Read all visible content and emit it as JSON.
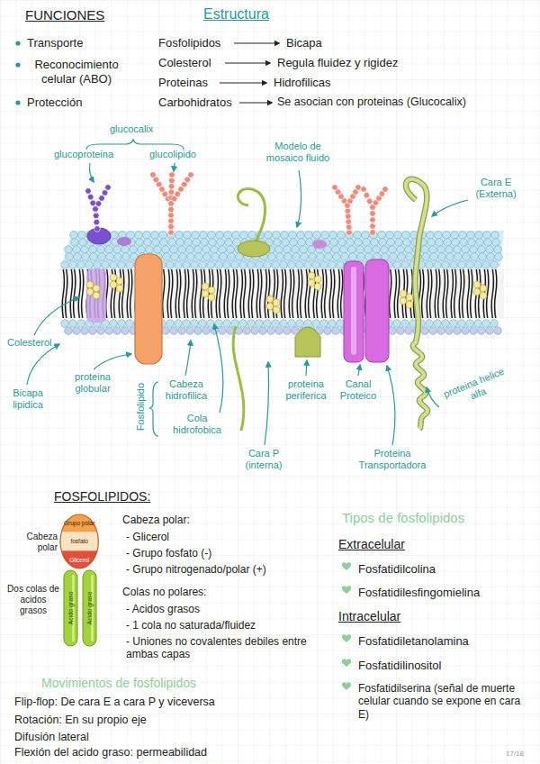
{
  "diagram": {
    "nodes": [
      {
        "text": [
          "Grupo polar",
          "fosfato",
          "Glicerol"
        ]
      },
      {
        "text": [
          "Acido graso"
        ]
      },
      {
        "text": [
          "Acido graso"
        ]
      }
    ],
    "labels": [
      "FUNCIONES",
      "Estructura",
      "Transporte",
      "Reconocimiento celular (ABO)",
      "Protección",
      "Fosfolipidos",
      "Bicapa",
      "Colesterol",
      "Regula fluidez y rigidez",
      "Proteinas",
      "Hidrofilicas",
      "Carbohidratos",
      "Se asocian con proteinas (Glucocalix)",
      "glucocalix",
      "glucoproteina",
      "glucolipido",
      "Modelo de mosaico fluido",
      "Cara E (Externa)",
      "Colesterol",
      "Bicapa lipidica",
      "proteina globular",
      "Fosfolipido",
      "Cabeza hidrofilica",
      "Cola hidrofobica",
      "Cara P (interna)",
      "proteina periferica",
      "Canal Proteico",
      "Proteina Transportadora",
      "proteina helice alfa",
      "FOSFOLIPIDOS:",
      "Cabeza polar",
      "Dos colas de acidos grasos",
      "Cabeza polar:",
      "- Glicerol",
      "- Grupo fosfato (-)",
      "- Grupo nitrogenado/polar (+)",
      "Colas no polares:",
      "- Acidos grasos",
      "- 1 cola no saturada/fluidez",
      "- Uniones no covalentes debiles entre ambas capas",
      "Tipos de fosfolipidos",
      "Extracelular",
      "Fosfatidilcolina",
      "Fosfatidilesfingomielina",
      "Intracelular",
      "Fosfatidiletanolamina",
      "Fosfatidilinositol",
      "Fosfatidilserina (señal de muerte celular cuando se expone en cara E)",
      "Movimientos de fosfolipidos",
      "Flip-flop: De cara E a cara P y viceversa",
      "Rotación: En su propio eje",
      "Difusión lateral",
      "Flexión del acido graso: permeabilidad",
      "17/18"
    ]
  }
}
